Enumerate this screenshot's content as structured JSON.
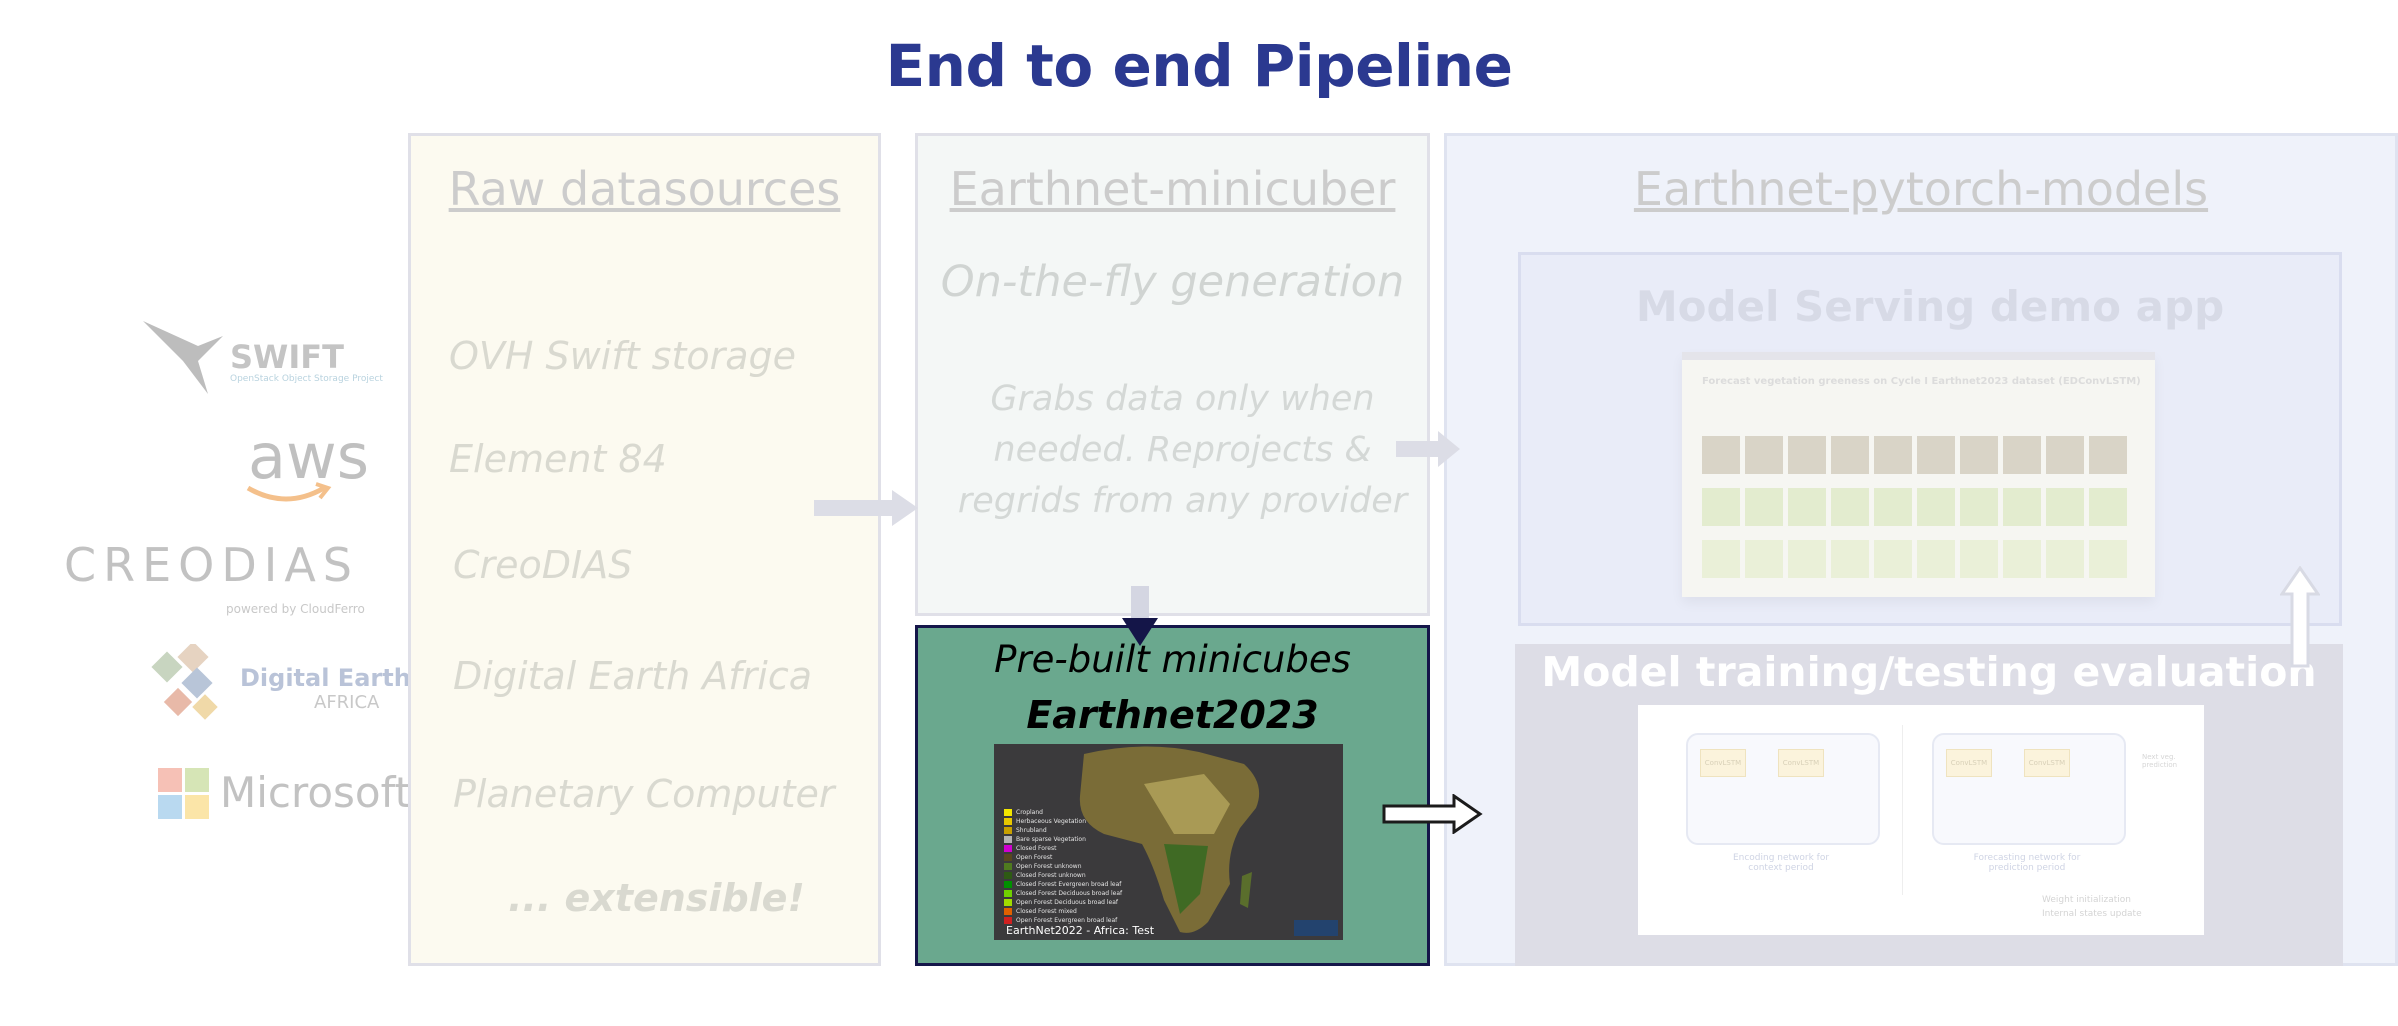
{
  "title": "End to end Pipeline",
  "raw": {
    "heading": "Raw datasources",
    "sources": [
      "OVH Swift storage",
      "Element 84",
      "CreoDIAS",
      "Digital Earth Africa",
      "Planetary Computer"
    ],
    "extensible": "... extensible!"
  },
  "logos": {
    "swift": "SWIFT",
    "swift_sub": "OpenStack Object Storage Project",
    "aws": "aws",
    "creodias": "CREODIAS",
    "creodias_sub": "powered by CloudFerro",
    "dea_line1": "Digital Earth",
    "dea_line2": "AFRICA",
    "microsoft": "Microsoft"
  },
  "minicuber": {
    "heading": "Earthnet-minicuber",
    "subtitle": "On-the-fly generation",
    "desc_lines": [
      "Grabs data only when",
      "needed. Reprojects &",
      "regrids from any provider"
    ]
  },
  "prebuilt": {
    "line1": "Pre-built minicubes",
    "line2": "Earthnet2023",
    "map_caption": "EarthNet2022 - Africa: Test",
    "legend": [
      {
        "label": "Cropland",
        "color": "#f2e600"
      },
      {
        "label": "Herbaceous Vegetation",
        "color": "#e8c800"
      },
      {
        "label": "Shrubland",
        "color": "#c8a000"
      },
      {
        "label": "Bare sparse Vegetation",
        "color": "#b4b4b4"
      },
      {
        "label": "Closed Forest",
        "color": "#d000d0"
      },
      {
        "label": "Open Forest",
        "color": "#58481f"
      },
      {
        "label": "Open Forest unknown",
        "color": "#4f7a1f"
      },
      {
        "label": "Closed Forest unknown",
        "color": "#2e5a14"
      },
      {
        "label": "Closed Forest Evergreen broad leaf",
        "color": "#009000"
      },
      {
        "label": "Closed Forest Deciduous broad leaf",
        "color": "#70d000"
      },
      {
        "label": "Open Forest Deciduous broad leaf",
        "color": "#a0dc00"
      },
      {
        "label": "Closed Forest mixed",
        "color": "#e06000"
      },
      {
        "label": "Open Forest Evergreen broad leaf",
        "color": "#d02020"
      }
    ]
  },
  "models": {
    "heading": "Earthnet-pytorch-models",
    "serving_title": "Model Serving demo app",
    "serving_screenshot_title": "Forecast vegetation greeness on Cycle I Earthnet2023 dataset (EDConvLSTM)",
    "training_title": "Model training/testing evaluation",
    "diagram_labels": {
      "encoding": "Encoding network for context period",
      "forecasting": "Forecasting network for prediction period",
      "weight": "Weight initialization",
      "internal": "Internal states update",
      "conv": "ConvLSTM",
      "next": "Next veg. prediction"
    }
  },
  "colors": {
    "title": "#2b3990",
    "prebuilt_bg": "#6aa88e",
    "prebuilt_border": "#15164a"
  }
}
